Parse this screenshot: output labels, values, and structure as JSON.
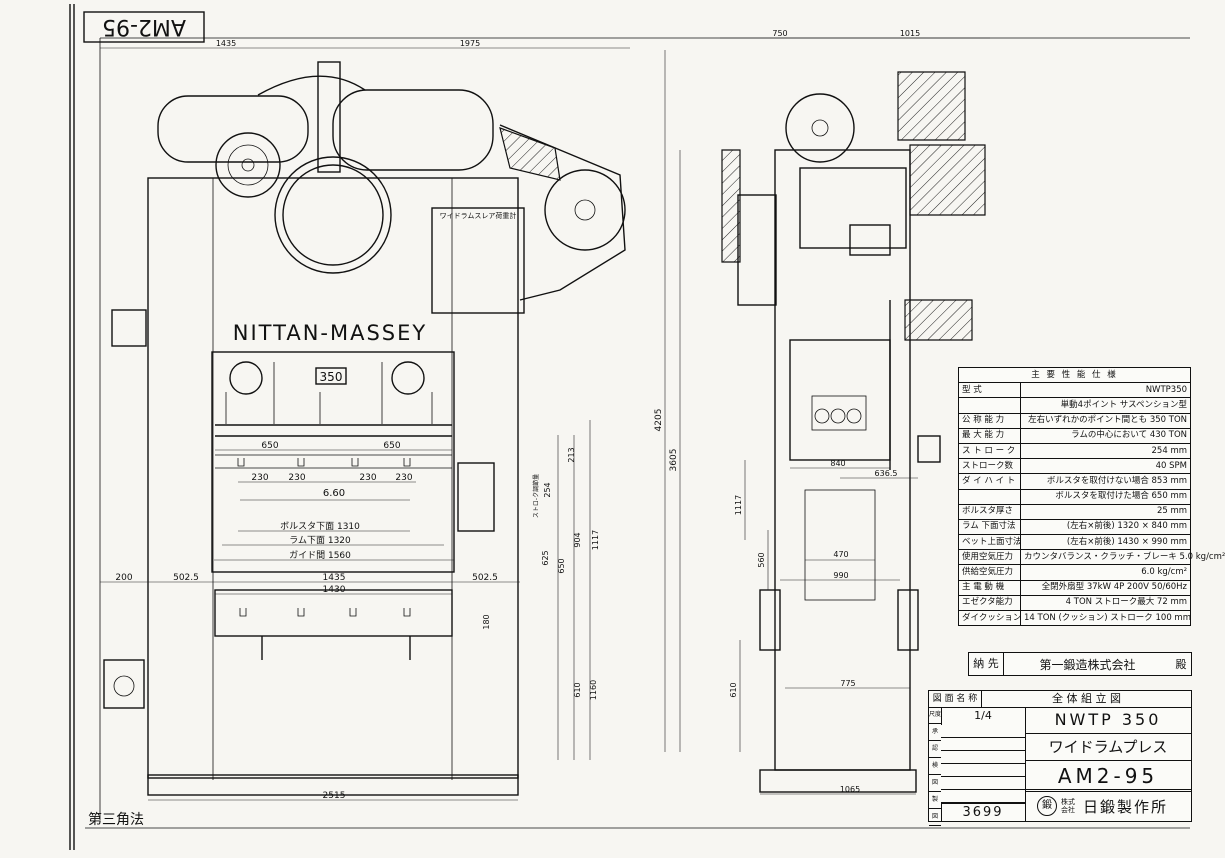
{
  "drawing_id_stamp": "AM2-95",
  "projection_label": "第三角法",
  "front_view": {
    "brand_label": "NITTAN-MASSEY",
    "capacity_badge": "350",
    "nameplate_text": "ワイドラムスレア荷重計",
    "dims": {
      "top_left": "1435",
      "top_total": "1975",
      "span_650_a": "650",
      "span_650_b": "650",
      "span_230_a": "230",
      "span_230_b": "230",
      "span_230_c": "230",
      "span_230_d": "230",
      "span_660": "6.60",
      "bolster_lower": "ボルスタ下面 1310",
      "ram_lower": "ラム下面 1320",
      "guide_gap": "ガイド間 1560",
      "left_200": "200",
      "left_5025": "502.5",
      "mid_1435": "1435",
      "mid_1430": "1430",
      "right_5025": "502.5",
      "v_213": "213",
      "v_254": "254",
      "v_625": "625",
      "v_650": "650",
      "v_904": "904",
      "v_1117": "1117",
      "v_180": "180",
      "v_610": "610",
      "v_1160": "1160",
      "bottom_2515": "2515",
      "stroke_note": "ストロ-ク調節量"
    }
  },
  "side_view": {
    "dims": {
      "top_750": "750",
      "top_1015": "1015",
      "overall_4205": "4205",
      "v_3605": "3605",
      "w_840": "840",
      "w_6365": "636.5",
      "v_1117": "1117",
      "v_560": "560",
      "w_470": "470",
      "w_990": "990",
      "v_610": "610",
      "w_775": "775",
      "bottom_1065": "1065"
    }
  },
  "spec_table": {
    "title": "主 要 性 能 仕 様",
    "rows": [
      [
        "型 式",
        "NWTP350"
      ],
      [
        "",
        "単動4ポイント サスペンション型"
      ],
      [
        "公 称 能 力",
        "左右いずれかのポイント間とも 350 TON"
      ],
      [
        "最 大 能 力",
        "ラムの中心において 430 TON"
      ],
      [
        "ス ト ロ ー ク",
        "254 mm"
      ],
      [
        "ストローク数",
        "40 SPM"
      ],
      [
        "ダ イ ハ イ ト",
        "ボルスタを取付けない場合 853 mm"
      ],
      [
        "",
        "ボルスタを取付けた場合 650 mm"
      ],
      [
        "ボルスタ厚さ",
        "25 mm"
      ],
      [
        "ラム 下面寸法",
        "(左右×前後) 1320 × 840 mm"
      ],
      [
        "ベット上面寸法",
        "(左右×前後) 1430 × 990 mm"
      ],
      [
        "使用空気圧力",
        "カウンタバランス・クラッチ・ブレーキ 5.0 kg/cm²"
      ],
      [
        "供給空気圧力",
        "6.0 kg/cm²"
      ],
      [
        "主 電 動 機",
        "全閉外扇型 37kW 4P 200V 50/60Hz"
      ],
      [
        "エゼクタ能力",
        "4 TON   ストローク最大 72 mm"
      ],
      [
        "ダイクッション",
        "14 TON (クッション) ストローク 100 mm"
      ]
    ]
  },
  "customer": {
    "label": "納 先",
    "name": "第一鍛造株式会社",
    "suffix": "殿"
  },
  "title_block": {
    "drawing_name_label": "図 面 名 称",
    "drawing_name": "全 体 組 立 図",
    "scale_label": "尺度",
    "scale": "1/4",
    "model": "NWTP 350",
    "product": "ワイドラムプレス",
    "drawing_no": "AM2-95",
    "serial": "3699",
    "company_mark": "鍛",
    "company_type": "株式会社",
    "company_name": "日鍛製作所",
    "left_col_labels": [
      "尺度",
      "承",
      "認",
      "検",
      "図",
      "製",
      "図"
    ]
  }
}
